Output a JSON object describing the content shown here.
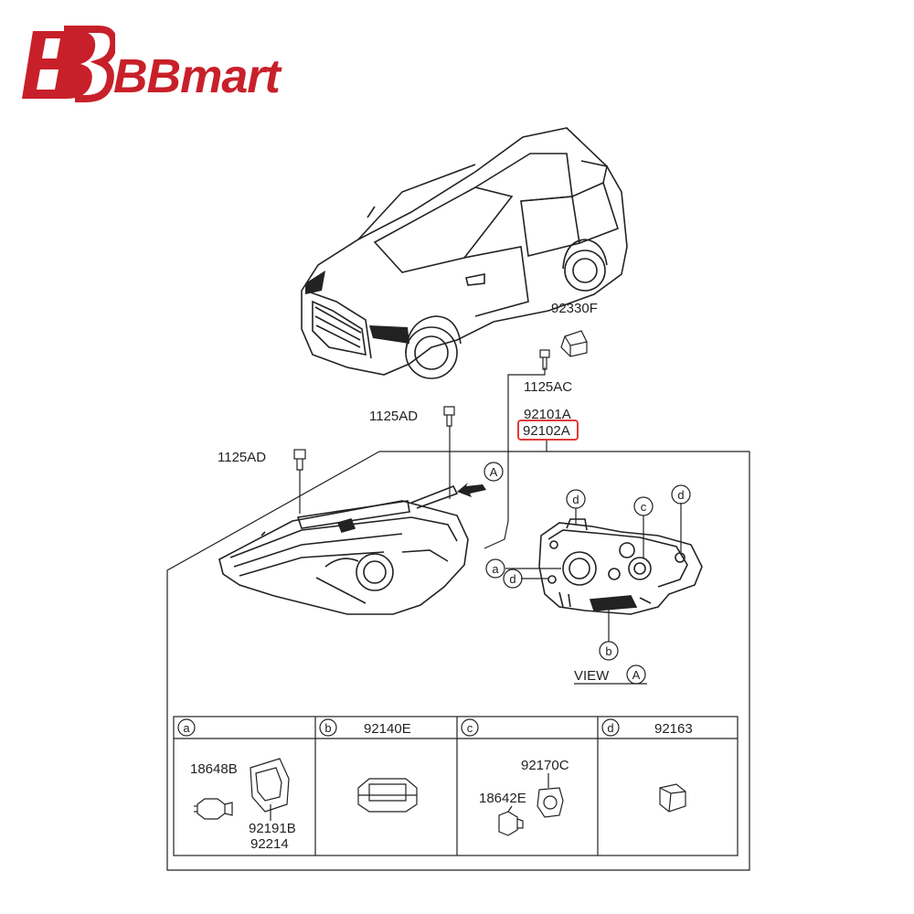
{
  "brand": {
    "name": "BBmart",
    "color": "#c8202a"
  },
  "highlight_color": "#e03a3a",
  "part_labels": {
    "p92330F": "92330F",
    "p1125AC": "1125AC",
    "p1125AD_top": "1125AD",
    "p1125AD_left": "1125AD",
    "p92101A": "92101A",
    "p92102A": "92102A"
  },
  "callouts": {
    "a": "a",
    "b": "b",
    "c": "c",
    "d": "d",
    "A": "A"
  },
  "view_label": "VIEW",
  "table": {
    "a": {
      "key": "a",
      "parts": [
        "18648B",
        "92191B",
        "92214"
      ]
    },
    "b": {
      "key": "b",
      "header": "92140E"
    },
    "c": {
      "key": "c",
      "parts": [
        "92170C",
        "18642E"
      ]
    },
    "d": {
      "key": "d",
      "header": "92163"
    }
  }
}
